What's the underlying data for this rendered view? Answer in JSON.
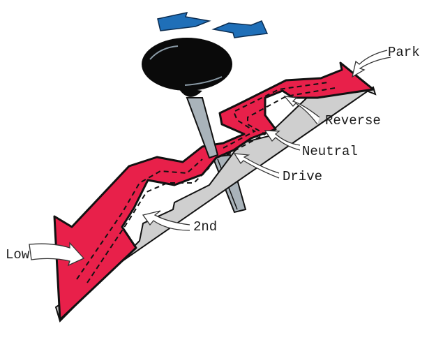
{
  "diagram": {
    "title": "Automatic transmission gear selector pattern",
    "colors": {
      "track": "#e8204a",
      "track_edge": "#cfcfcf",
      "outline": "#111111",
      "knob": "#0a0a0a",
      "stick": "#a9b3ba",
      "direction_arrows": "#1f6fb8",
      "text": "#1a1a1a"
    },
    "direction_arrows": [
      "left",
      "right"
    ],
    "gears": [
      {
        "id": "park",
        "label": "Park"
      },
      {
        "id": "reverse",
        "label": "Reverse"
      },
      {
        "id": "neutral",
        "label": "Neutral"
      },
      {
        "id": "drive",
        "label": "Drive"
      },
      {
        "id": "second",
        "label": "2nd"
      },
      {
        "id": "low",
        "label": "Low"
      }
    ]
  }
}
